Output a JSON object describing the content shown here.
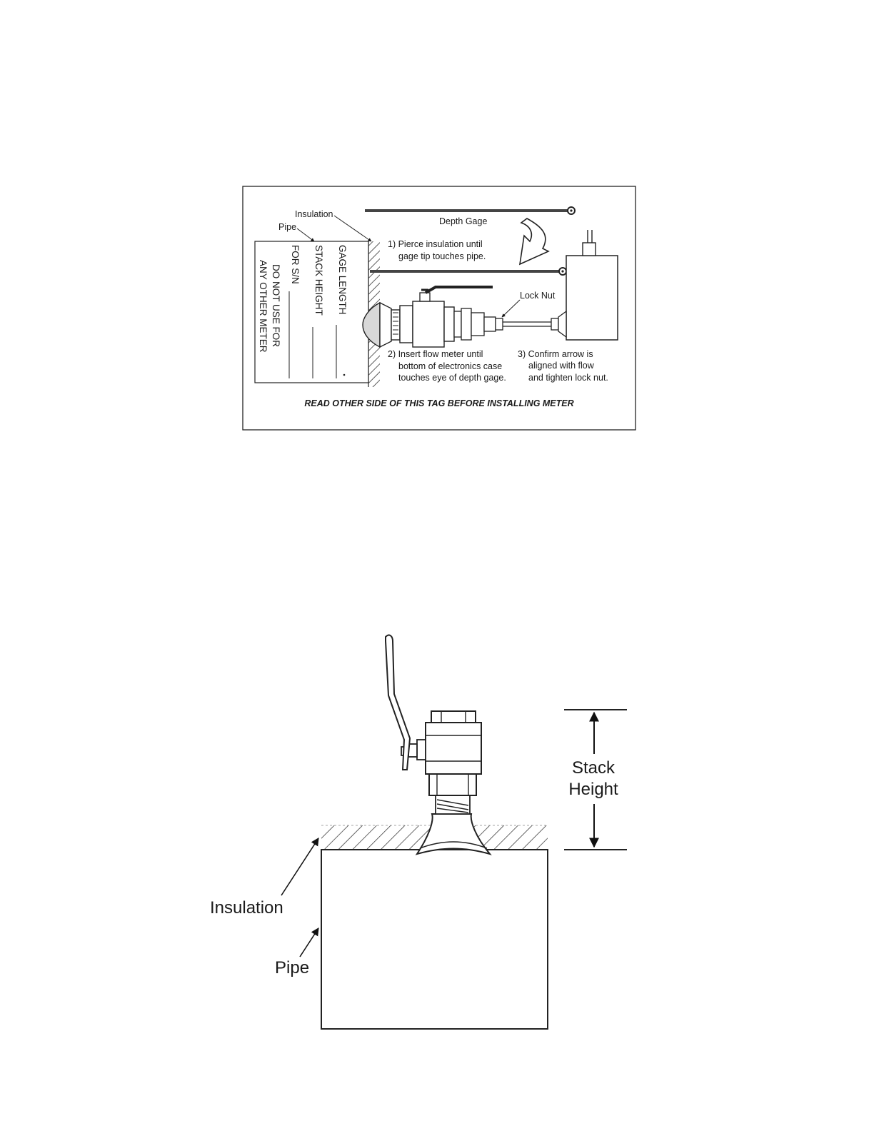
{
  "tag": {
    "depth_gage_label": "Depth Gage",
    "insulation_label": "Insulation",
    "pipe_label": "Pipe",
    "step1_line1": "1) Pierce insulation until",
    "step1_line2": "gage tip touches pipe.",
    "lock_nut_label": "Lock Nut",
    "step2_line1": "2) Insert flow meter until",
    "step2_line2": "bottom of electronics case",
    "step2_line3": "touches eye of depth gage.",
    "step3_line1": "3) Confirm arrow is",
    "step3_line2": "aligned with flow",
    "step3_line3": "and tighten lock nut.",
    "field_gage_length": "GAGE LENGTH",
    "field_stack_height": "STACK HEIGHT",
    "field_for_sn": "FOR S/N",
    "field_do_not_use": "DO NOT USE FOR",
    "field_any_other": "ANY OTHER METER",
    "footer": "READ OTHER SIDE OF THIS TAG BEFORE INSTALLING METER"
  },
  "stack": {
    "stack_label_line1": "Stack",
    "stack_label_line2": "Height",
    "insulation_label": "Insulation",
    "pipe_label": "Pipe"
  }
}
